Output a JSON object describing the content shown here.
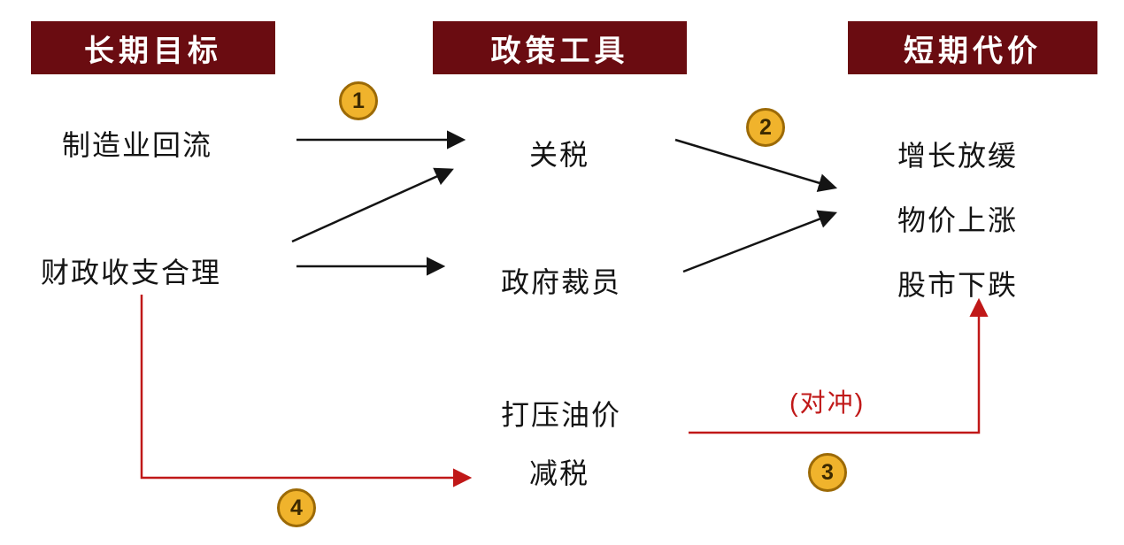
{
  "colors": {
    "background": "#ffffff",
    "header_bg": "#6a0c11",
    "header_text": "#ffffff",
    "node_text": "#141414",
    "badge_bg": "#f0b32c",
    "badge_border": "#9c6a06",
    "badge_text": "#3c2a00",
    "arrow_black": "#141414",
    "arrow_red": "#c01818",
    "hedge_text": "#c01818"
  },
  "columns": {
    "goals": {
      "header": "长期目标",
      "items": [
        "制造业回流",
        "财政收支合理"
      ]
    },
    "tools": {
      "header": "政策工具",
      "items": [
        "关税",
        "政府裁员",
        "打压油价",
        "减税"
      ]
    },
    "costs": {
      "header": "短期代价",
      "items": [
        "增长放缓",
        "物价上涨",
        "股市下跌"
      ]
    }
  },
  "badges": [
    "1",
    "2",
    "3",
    "4"
  ],
  "annotations": {
    "hedge": "(对冲)"
  }
}
